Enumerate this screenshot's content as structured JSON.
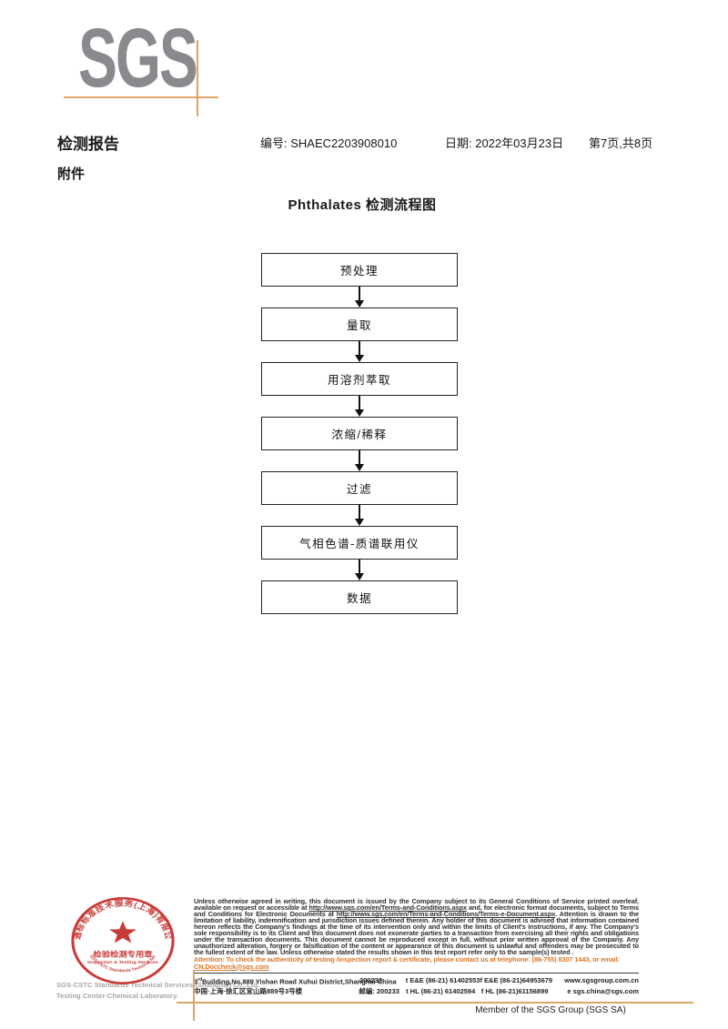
{
  "logo": {
    "text": "SGS"
  },
  "header": {
    "report_title": "检测报告",
    "report_no": "编号: SHAEC2203908010",
    "date": "日期: 2022年03月23日",
    "page_info": "第7页,共8页",
    "attachment": "附件"
  },
  "flowchart": {
    "title": "Phthalates 检测流程图",
    "steps": [
      "预处理",
      "量取",
      "用溶剂萃取",
      "浓缩/稀释",
      "过滤",
      "气相色谱-质谱联用仪",
      "数据"
    ]
  },
  "stamp": {
    "arc_text_top": "通标标准技术服务(上海)有限公司",
    "arc_text_bottom": "SGS-CSTC Standards Technical Services",
    "center_line1": "检验检测专用章",
    "center_line2": "Inspection & Testing Services",
    "company_line1": "SGS-CSTC Standards Technical Services (Shanghai) Co.,Ltd.",
    "company_line2": "Testing Center-Chemical Laboratory."
  },
  "legal": {
    "part1": "Unless otherwise agreed in writing, this document is issued by the Company subject to its General Conditions of Service printed overleaf, available on request or accessible at ",
    "url1": "http://www.sgs.com/en/Terms-and-Conditions.aspx",
    "part2": " and, for electronic format documents, subject to Terms and Conditions for Electronic Documents at ",
    "url2": "http://www.sgs.com/en/Terms-and-Conditions/Terms-e-Document.aspx",
    "part3": ". Attention is drawn to the limitation of liability, indemnification and jurisdiction issues defined therein. Any holder of this document is advised that information contained hereon reflects the Company's findings at the time of its intervention only and within the limits of Client's instructions, if any. The Company's sole responsibility is to its Client and this document does not exonerate parties to a transaction from exercising all their rights and obligations under the transaction documents. This document cannot be reproduced except in full, without prior written approval of the Company. Any unauthorized alteration, forgery or falsification of the content or appearance of this document is unlawful and offenders may be prosecuted to the fullest extent of the law. Unless otherwise stated the results shown in this test report refer only to the sample(s) tested .",
    "attention_text": "Attention: To check the authenticity of testing /inspection report & certificate, please contact us at telephone: (86-755) 8307 1443, or email: ",
    "attention_email": "CN.Doccheck@sgs.com"
  },
  "address": {
    "row1": {
      "c1_prefix": "3",
      "c1_sup": "rd",
      "c1_rest": "Building,No.889 Yishan Road Xuhui District,Shanghai China",
      "c2": "200233",
      "c3": "t E&E (86-21) 61402553",
      "c4": "f E&E (86-21)64953679",
      "c5": "www.sgsgroup.com.cn"
    },
    "row2": {
      "c1": "中国·上海·徐汇区宜山路889号3号楼",
      "c2": "邮编: 200233",
      "c3": "t HL (86-21) 61402594",
      "c4": "f HL (86-21)61156899",
      "c5": "e  sgs.china@sgs.com"
    }
  },
  "footer": {
    "member": "Member of the SGS Group (SGS SA)"
  },
  "colors": {
    "accent_orange": "#dda46a",
    "attention_orange": "#d97628",
    "sgs_gray": "#8a898d",
    "stamp_red": "#c32723"
  }
}
